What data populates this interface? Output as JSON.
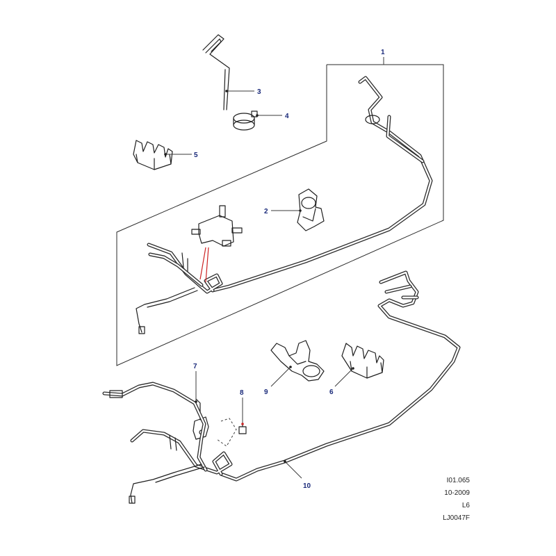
{
  "diagram": {
    "callouts": [
      {
        "id": "1",
        "label": "1"
      },
      {
        "id": "2",
        "label": "2"
      },
      {
        "id": "3",
        "label": "3"
      },
      {
        "id": "4",
        "label": "4"
      },
      {
        "id": "5",
        "label": "5"
      },
      {
        "id": "6",
        "label": "6"
      },
      {
        "id": "7",
        "label": "7"
      },
      {
        "id": "8",
        "label": "8"
      },
      {
        "id": "9",
        "label": "9"
      },
      {
        "id": "10",
        "label": "10"
      }
    ],
    "accent_color": "#1a2a7a",
    "highlight_color": "#cc2222"
  },
  "footer": {
    "ref_code": "I01.065",
    "date": "10-2009",
    "model": "L6",
    "part_code": "LJ0047F"
  }
}
